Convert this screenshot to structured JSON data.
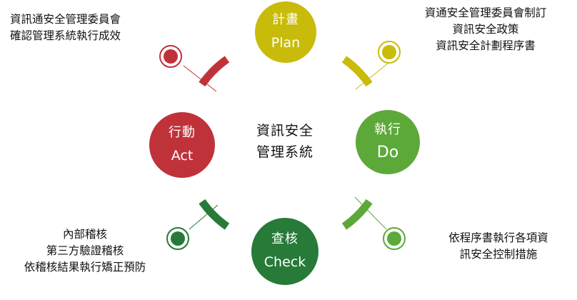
{
  "center": {
    "line1": "資訊安全",
    "line2": "管理系統"
  },
  "colors": {
    "plan": "#c8bb0a",
    "do": "#5ca93a",
    "check": "#277a38",
    "act": "#c0323a",
    "arc_act_plan": "#c0323a",
    "arc_plan_do": "#c8bb0a",
    "arc_do_check": "#5ca93a",
    "arc_check_act": "#277a38"
  },
  "nodes": {
    "plan": {
      "zh": "計畫",
      "en": "Plan"
    },
    "do": {
      "zh": "執行",
      "en": "Do"
    },
    "check": {
      "zh": "查核",
      "en": "Check"
    },
    "act": {
      "zh": "行動",
      "en": "Act"
    }
  },
  "notes": {
    "act": [
      "資訊通安全管理委員會",
      "確認管理系統執行成效"
    ],
    "plan": [
      "資通安全管理委員會制訂",
      "資訊安全政策",
      "資訊安全計劃程序書"
    ],
    "check": [
      "內部稽核",
      "第三方驗證稽核",
      "依稽核結果執行矯正預防"
    ],
    "do": [
      "依程序書執行各項資",
      "訊安全控制措施"
    ]
  }
}
